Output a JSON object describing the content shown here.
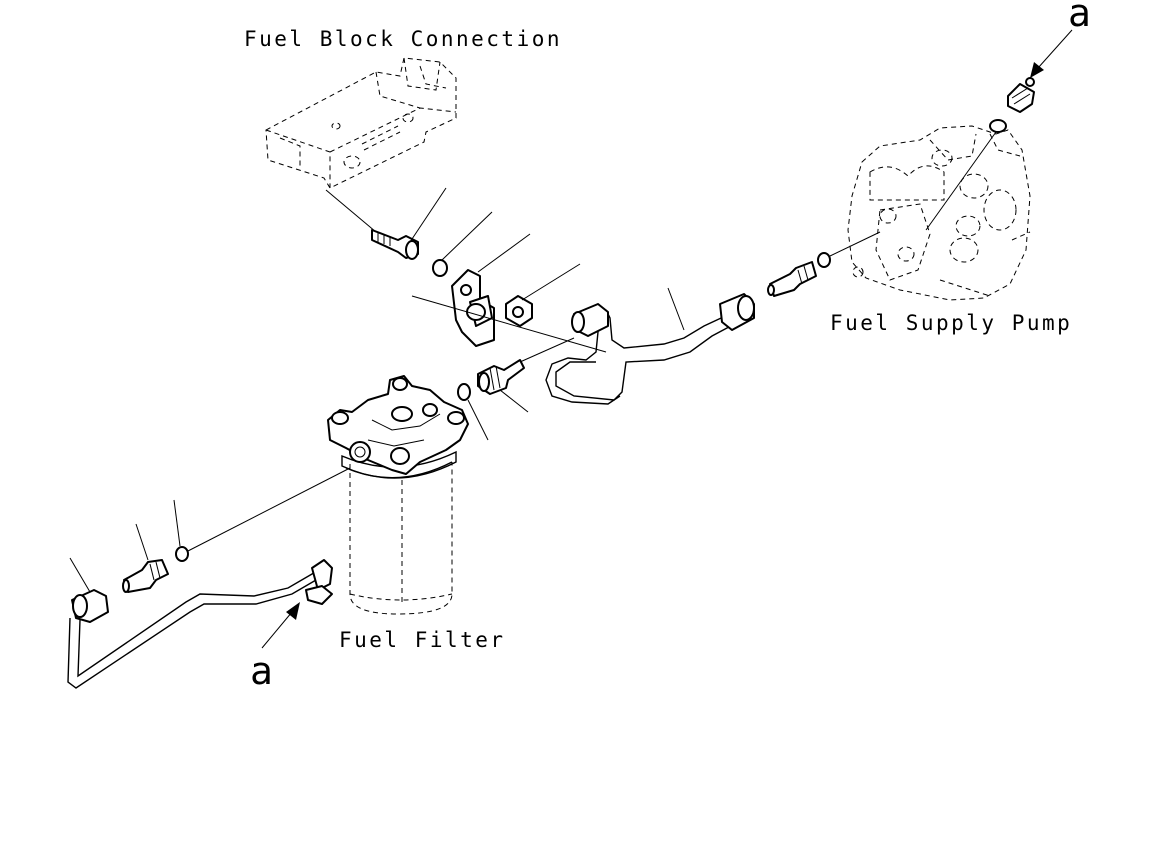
{
  "labels": {
    "fuel_block_connection": "Fuel Block Connection",
    "fuel_supply_pump": "Fuel Supply Pump",
    "fuel_filter": "Fuel Filter",
    "ref_a_top": "a",
    "ref_a_bottom": "a"
  },
  "colors": {
    "ink": "#000000",
    "paper": "#ffffff"
  }
}
